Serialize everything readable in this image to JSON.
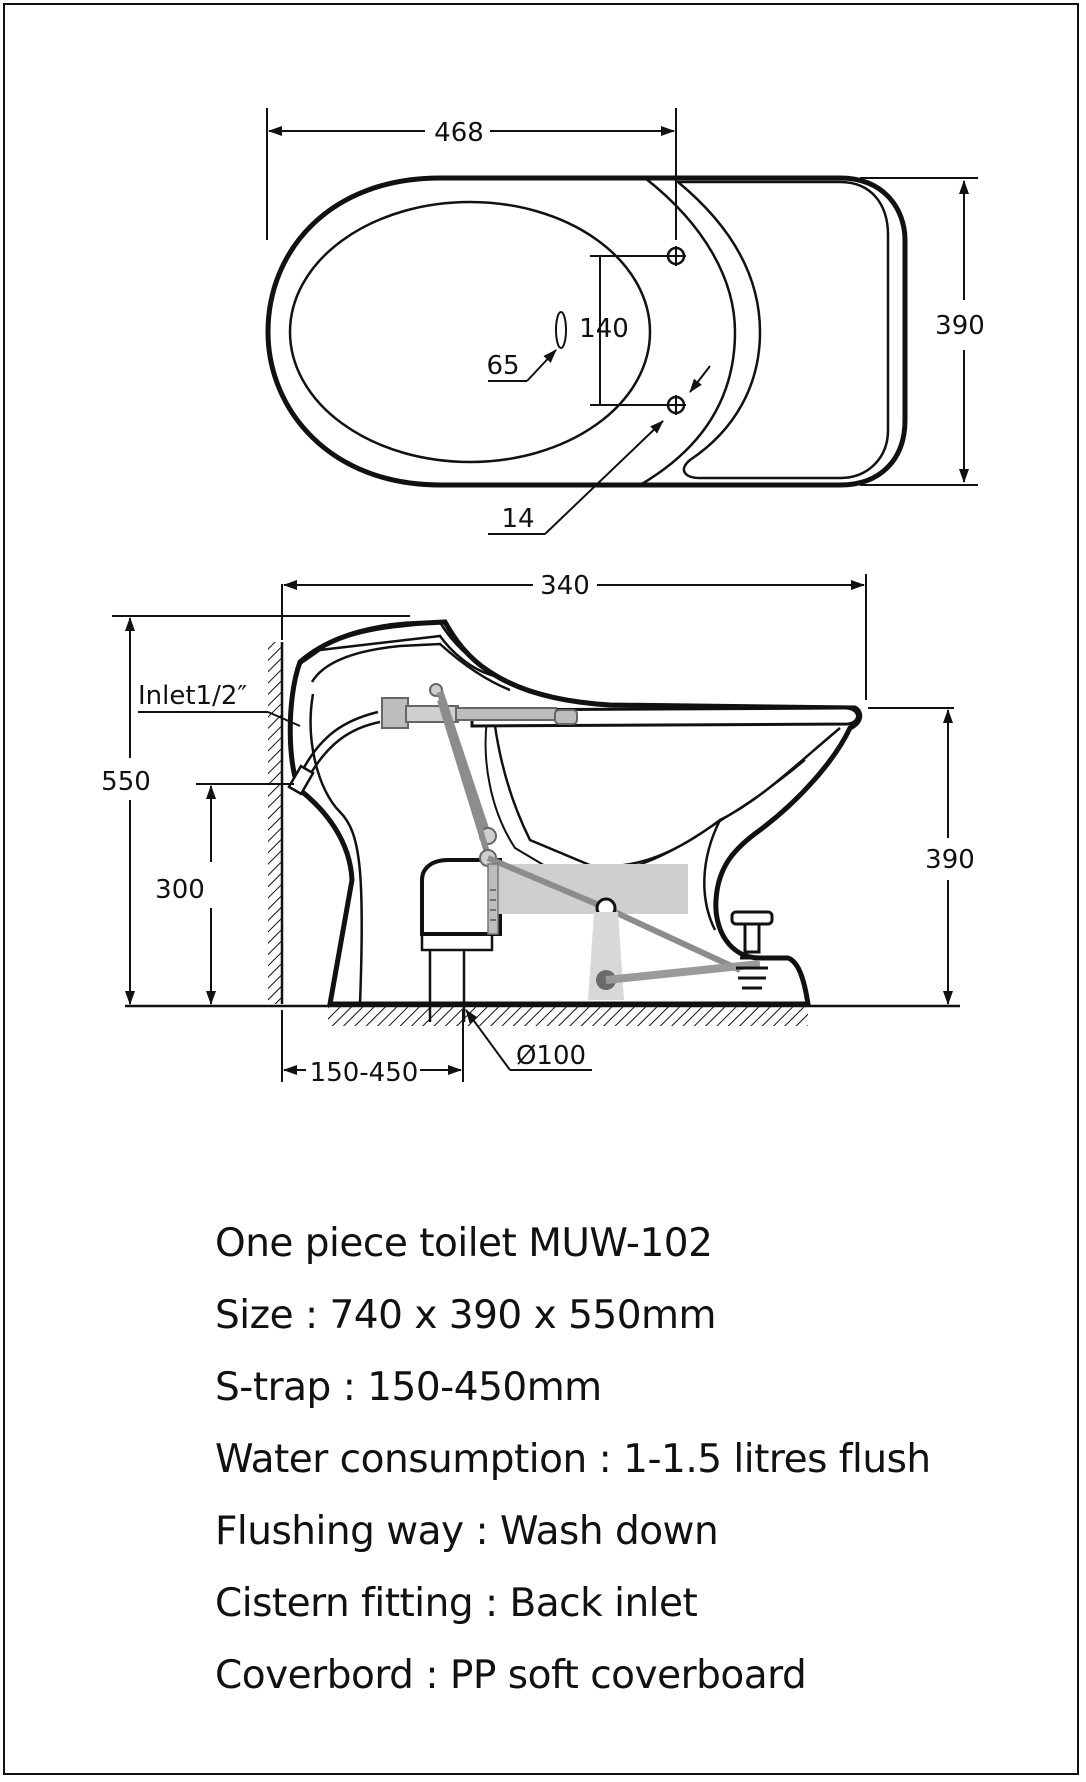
{
  "diagram": {
    "top_view": {
      "width_label": "468",
      "depth_label": "390",
      "hole_spacing_label": "140",
      "outlet_label": "65",
      "hole_diameter_label": "14"
    },
    "side_view": {
      "length_label": "340",
      "height_label": "550",
      "inlet_height_label": "300",
      "seat_height_label": "390",
      "inlet_label": "Inlet1/2″",
      "trap_range_label": "150-450",
      "outlet_diameter_label": "Ø100"
    }
  },
  "specs": [
    "One piece toilet MUW-102",
    "Size : 740 x 390 x 550mm",
    "S-trap : 150-450mm",
    "Water consumption : 1-1.5 litres flush",
    "Flushing way : Wash down",
    "Cistern fitting : Back inlet",
    "Coverbord : PP soft coverboard"
  ],
  "colors": {
    "line": "#111111",
    "mechanism": "#8c8c8c",
    "mechanism_fill": "#cfcfcf"
  }
}
